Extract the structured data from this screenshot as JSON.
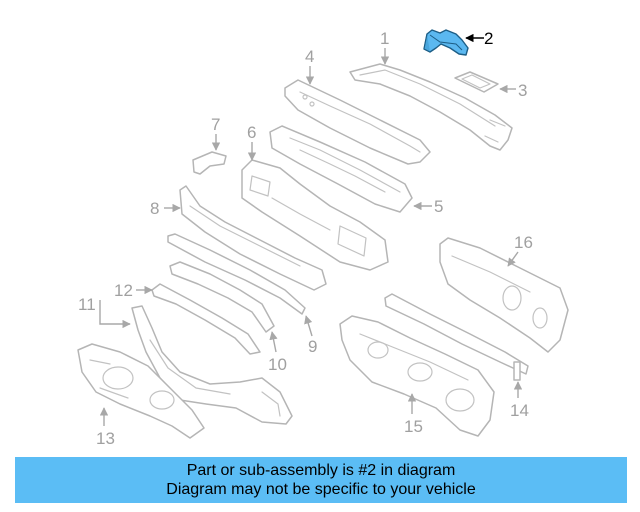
{
  "callouts": {
    "c1": "1",
    "c2": "2",
    "c3": "3",
    "c4": "4",
    "c5": "5",
    "c6": "6",
    "c7": "7",
    "c8": "8",
    "c9": "9",
    "c10": "10",
    "c11": "11",
    "c12": "12",
    "c13": "13",
    "c14": "14",
    "c15": "15",
    "c16": "16"
  },
  "highlight": {
    "part": "2",
    "fill_color": "#5bb8f0"
  },
  "banner": {
    "line1": "Part or sub-assembly is #2 in diagram",
    "line2": "Diagram may not be specific to your vehicle",
    "background_color": "#5bbdf5"
  }
}
